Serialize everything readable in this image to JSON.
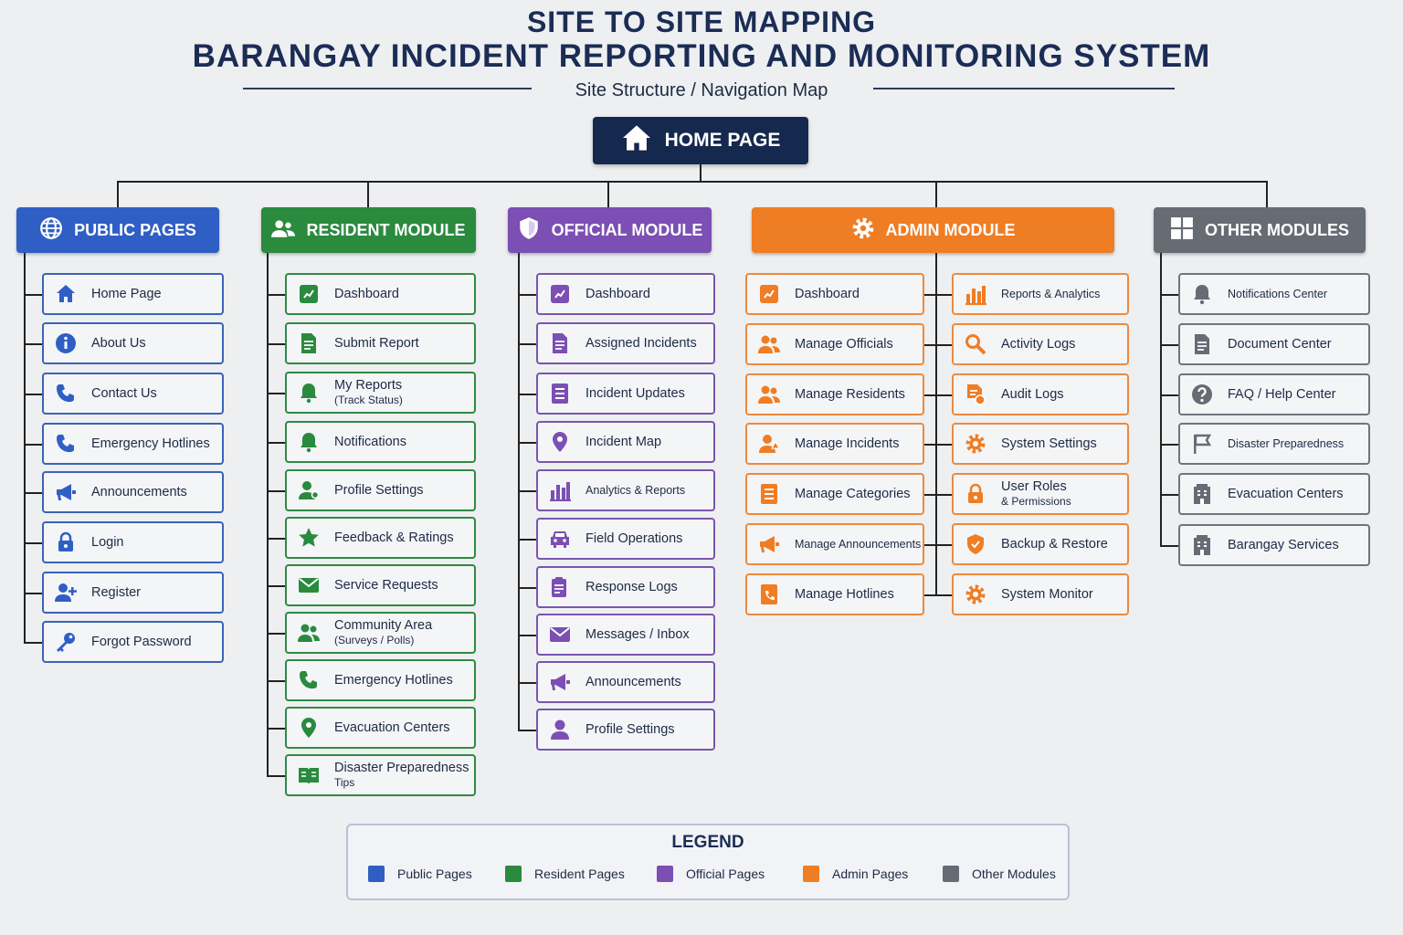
{
  "title_line1": "SITE TO SITE MAPPING",
  "title_line2": "BARANGAY INCIDENT REPORTING AND MONITORING SYSTEM",
  "subtitle": "Site Structure / Navigation Map",
  "home": {
    "label": "HOME PAGE",
    "icon": "house-icon"
  },
  "colors": {
    "home": "#15294f",
    "public": "#2f5fc4",
    "resident": "#2a8a3e",
    "official": "#7b4fb3",
    "admin": "#ef7d24",
    "other": "#666b74"
  },
  "public": {
    "header": "PUBLIC PAGES",
    "icon": "globe-icon",
    "items": [
      {
        "label": "Home Page",
        "icon": "house-icon"
      },
      {
        "label": "About Us",
        "icon": "info-icon"
      },
      {
        "label": "Contact Us",
        "icon": "phone-icon"
      },
      {
        "label": "Emergency Hotlines",
        "icon": "phone-icon"
      },
      {
        "label": "Announcements",
        "icon": "megaphone-icon"
      },
      {
        "label": "Login",
        "icon": "lock-icon"
      },
      {
        "label": "Register",
        "icon": "user-plus-icon"
      },
      {
        "label": "Forgot Password",
        "icon": "key-icon"
      }
    ]
  },
  "resident": {
    "header": "RESIDENT MODULE",
    "icon": "users-icon",
    "items": [
      {
        "label": "Dashboard",
        "icon": "dashboard-icon"
      },
      {
        "label": "Submit Report",
        "icon": "document-icon"
      },
      {
        "label": "My Reports",
        "sub": "(Track Status)",
        "icon": "bell-icon"
      },
      {
        "label": "Notifications",
        "icon": "bell-icon"
      },
      {
        "label": "Profile Settings",
        "icon": "user-gear-icon"
      },
      {
        "label": "Feedback & Ratings",
        "icon": "star-icon"
      },
      {
        "label": "Service Requests",
        "icon": "envelope-icon"
      },
      {
        "label": "Community Area",
        "sub": "(Surveys / Polls)",
        "icon": "users-icon"
      },
      {
        "label": "Emergency Hotlines",
        "icon": "phone-icon"
      },
      {
        "label": "Evacuation Centers",
        "icon": "map-pin-icon"
      },
      {
        "label": "Disaster Preparedness",
        "sub": "Tips",
        "icon": "book-icon"
      }
    ]
  },
  "official": {
    "header": "OFFICIAL MODULE",
    "icon": "shield-icon",
    "items": [
      {
        "label": "Dashboard",
        "icon": "dashboard-icon"
      },
      {
        "label": "Assigned Incidents",
        "icon": "document-icon"
      },
      {
        "label": "Incident Updates",
        "icon": "list-icon"
      },
      {
        "label": "Incident Map",
        "icon": "map-pin-icon"
      },
      {
        "label": "Analytics & Reports",
        "icon": "bar-chart-icon"
      },
      {
        "label": "Field Operations",
        "icon": "car-icon"
      },
      {
        "label": "Response Logs",
        "icon": "clipboard-icon"
      },
      {
        "label": "Messages / Inbox",
        "icon": "envelope-icon"
      },
      {
        "label": "Announcements",
        "icon": "megaphone-icon"
      },
      {
        "label": "Profile Settings",
        "icon": "user-icon"
      }
    ]
  },
  "admin": {
    "header": "ADMIN MODULE",
    "icon": "gear-icon",
    "left_items": [
      {
        "label": "Dashboard",
        "icon": "dashboard-icon"
      },
      {
        "label": "Manage Officials",
        "icon": "users-icon"
      },
      {
        "label": "Manage Residents",
        "icon": "users-icon"
      },
      {
        "label": "Manage Incidents",
        "icon": "user-alert-icon"
      },
      {
        "label": "Manage Categories",
        "icon": "list-icon"
      },
      {
        "label": "Manage Announcements",
        "icon": "megaphone-icon"
      },
      {
        "label": "Manage Hotlines",
        "icon": "phone-book-icon"
      }
    ],
    "right_items": [
      {
        "label": "Reports & Analytics",
        "icon": "bar-chart-icon"
      },
      {
        "label": "Activity Logs",
        "icon": "search-icon"
      },
      {
        "label": "Audit Logs",
        "icon": "audit-icon"
      },
      {
        "label": "System Settings",
        "icon": "gear-icon"
      },
      {
        "label": "User Roles",
        "sub": "& Permissions",
        "icon": "lock-icon"
      },
      {
        "label": "Backup & Restore",
        "icon": "shield-icon"
      },
      {
        "label": "System Monitor",
        "icon": "gear-icon"
      }
    ]
  },
  "other": {
    "header": "OTHER MODULES",
    "icon": "grid-icon",
    "items": [
      {
        "label": "Notifications Center",
        "icon": "bell-icon"
      },
      {
        "label": "Document Center",
        "icon": "document-icon"
      },
      {
        "label": "FAQ / Help Center",
        "icon": "question-icon"
      },
      {
        "label": "Disaster Preparedness",
        "icon": "flag-icon"
      },
      {
        "label": "Evacuation Centers",
        "icon": "building-icon"
      },
      {
        "label": "Barangay Services",
        "icon": "building-icon"
      }
    ]
  },
  "legend": {
    "title": "LEGEND",
    "items": [
      {
        "label": "Public Pages",
        "color": "#2f5fc4"
      },
      {
        "label": "Resident Pages",
        "color": "#2a8a3e"
      },
      {
        "label": "Official Pages",
        "color": "#7b4fb3"
      },
      {
        "label": "Admin Pages",
        "color": "#ef7d24"
      },
      {
        "label": "Other Modules",
        "color": "#666b74"
      }
    ]
  }
}
